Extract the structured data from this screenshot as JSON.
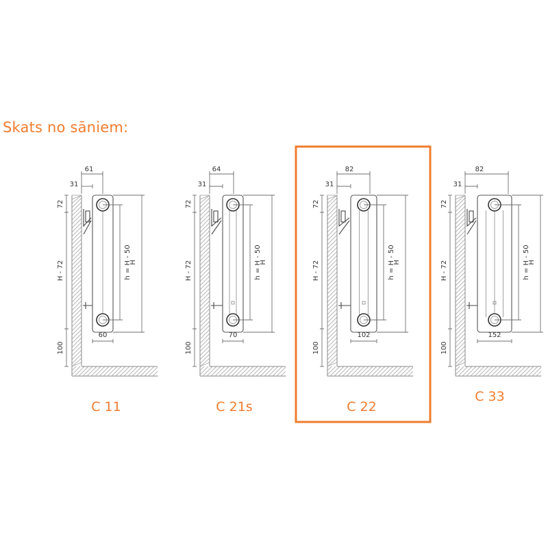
{
  "title": "Skats no sāniem:",
  "colors": {
    "accent": "#f07c2e",
    "line": "#555555",
    "hatch": "#b5b5b5"
  },
  "highlighted_model": "C 22",
  "models": [
    {
      "label": "C 11",
      "depth": "61",
      "wall_offset": "31",
      "body_width": "60",
      "panels": 1
    },
    {
      "label": "C 21s",
      "depth": "64",
      "wall_offset": "31",
      "body_width": "70",
      "panels": 2
    },
    {
      "label": "C 22",
      "depth": "82",
      "wall_offset": "31",
      "body_width": "102",
      "panels": 2
    },
    {
      "label": "C 33",
      "depth": "82",
      "wall_offset": "31",
      "body_width": "152",
      "panels": 3
    }
  ],
  "dimension_labels": {
    "top_gap": "72",
    "middle": "H - 72",
    "bottom_gap": "100",
    "axis_distance": "h = H - 50",
    "height": "H"
  }
}
